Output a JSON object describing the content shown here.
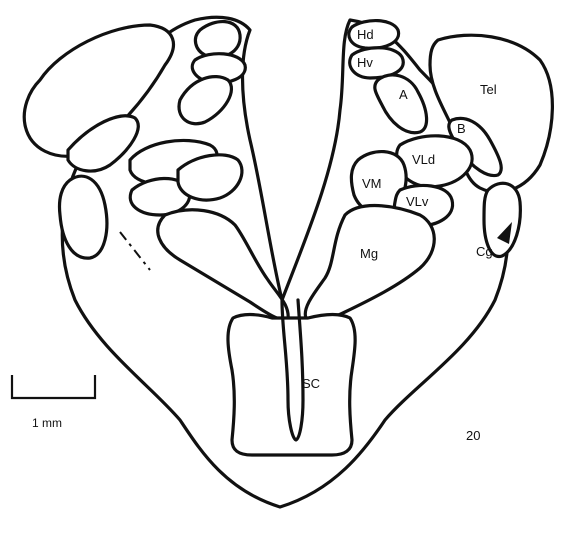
{
  "labels": {
    "hd": "Hd",
    "hv": "Hv",
    "a": "A",
    "tel": "Tel",
    "b": "B",
    "vld": "VLd",
    "vm": "VM",
    "vlv": "VLv",
    "cg": "Cg",
    "mg": "Mg",
    "sc": "SC"
  },
  "scale_bar": {
    "label": "1 mm"
  },
  "figure_number": "20"
}
